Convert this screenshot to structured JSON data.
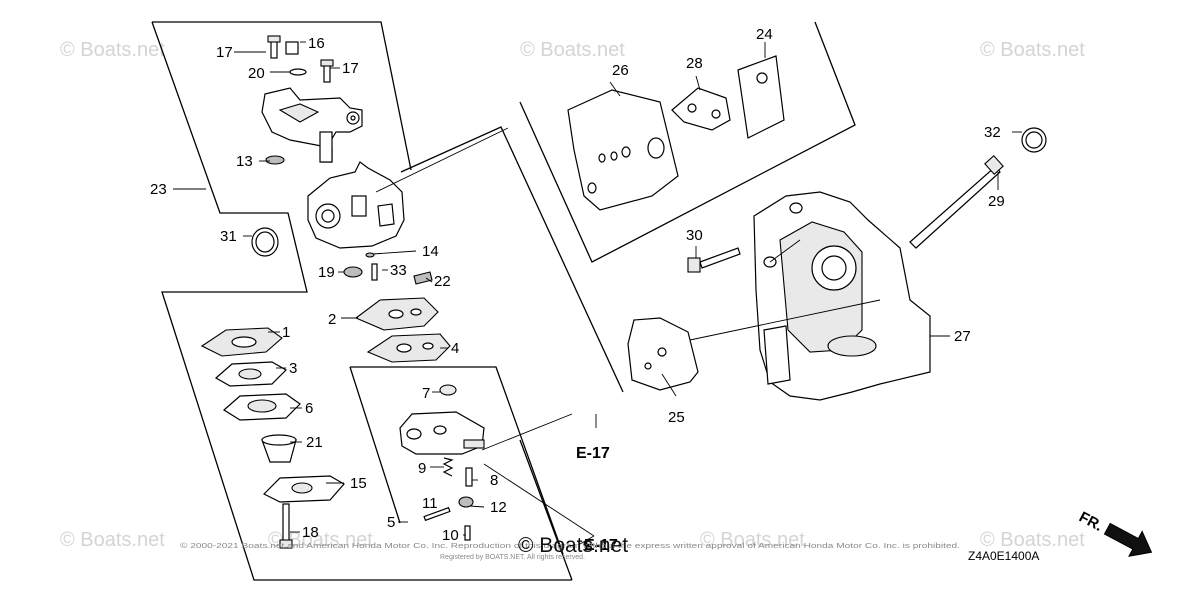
{
  "watermarks": [
    "© Boats.net",
    "© Boats.net",
    "© Boats.net",
    "© Boats.net",
    "© Boats.net",
    "© Boats.net",
    "© Boats.net"
  ],
  "callouts": [
    "1",
    "2",
    "3",
    "4",
    "5",
    "6",
    "7",
    "8",
    "9",
    "10",
    "11",
    "12",
    "13",
    "14",
    "15",
    "16",
    "17",
    "17",
    "18",
    "19",
    "20",
    "21",
    "22",
    "23",
    "24",
    "25",
    "26",
    "27",
    "28",
    "29",
    "30",
    "31",
    "32",
    "33"
  ],
  "refs": [
    "E-17",
    "E-17"
  ],
  "fine_print": [
    "© 2000-2021 Boats.net and American Honda Motor Co. Inc. Reproduction of this diagram without the express written approval of American Honda Motor Co. Inc. is prohibited.",
    "Registered by BOATS.NET. All rights reserved."
  ],
  "footer_watermark": "© Boats.net",
  "diagram_code": "Z4A0E1400A",
  "direction_label": "FR."
}
